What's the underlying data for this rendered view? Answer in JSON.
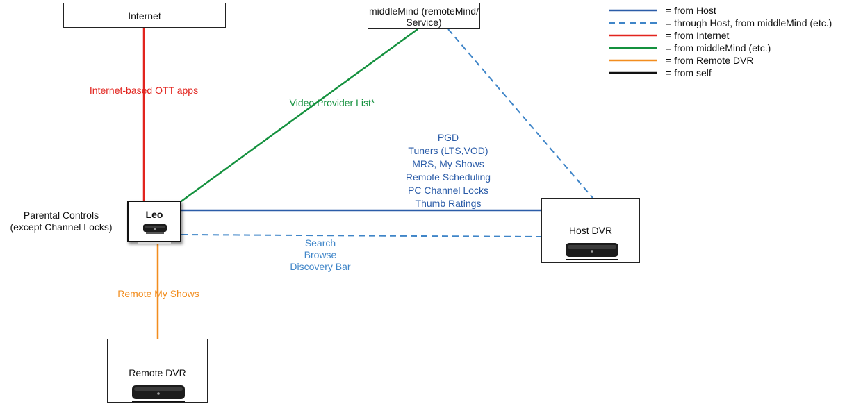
{
  "nodes": {
    "internet": {
      "label": "Internet"
    },
    "middlemind": {
      "label_line1": "middleMind (remoteMind/",
      "label_line2": "Service)"
    },
    "leo": {
      "label": "Leo"
    },
    "host_dvr": {
      "label": "Host DVR"
    },
    "remote_dvr": {
      "label": "Remote DVR"
    }
  },
  "annotations": {
    "parental_controls": [
      "Parental Controls",
      "(except Channel Locks)"
    ],
    "internet_ott": "Internet-based OTT apps",
    "video_provider_list": "Video Provider List*",
    "host_features": [
      "PGD",
      "Tuners (LTS,VOD)",
      "MRS, My Shows",
      "Remote Scheduling",
      "PC Channel Locks",
      "Thumb Ratings"
    ],
    "through_host_features": [
      "Search",
      "Browse",
      "Discovery Bar"
    ],
    "remote_my_shows": "Remote My Shows"
  },
  "legend": [
    {
      "style": "solid",
      "color": "#2b5ca8",
      "label": "= from Host"
    },
    {
      "style": "dashed",
      "color": "#3f85c8",
      "label": "= through Host, from middleMind (etc.)"
    },
    {
      "style": "solid",
      "color": "#e2241e",
      "label": "= from Internet"
    },
    {
      "style": "solid",
      "color": "#14913e",
      "label": "= from middleMind (etc.)"
    },
    {
      "style": "solid",
      "color": "#f28d1e",
      "label": "= from Remote DVR"
    },
    {
      "style": "solid",
      "color": "#111111",
      "label": "= from self"
    }
  ],
  "colors": {
    "host": "#2b5ca8",
    "through_host": "#3f85c8",
    "internet": "#e2241e",
    "middlemind": "#14913e",
    "remote_dvr": "#f28d1e",
    "self": "#111111"
  }
}
